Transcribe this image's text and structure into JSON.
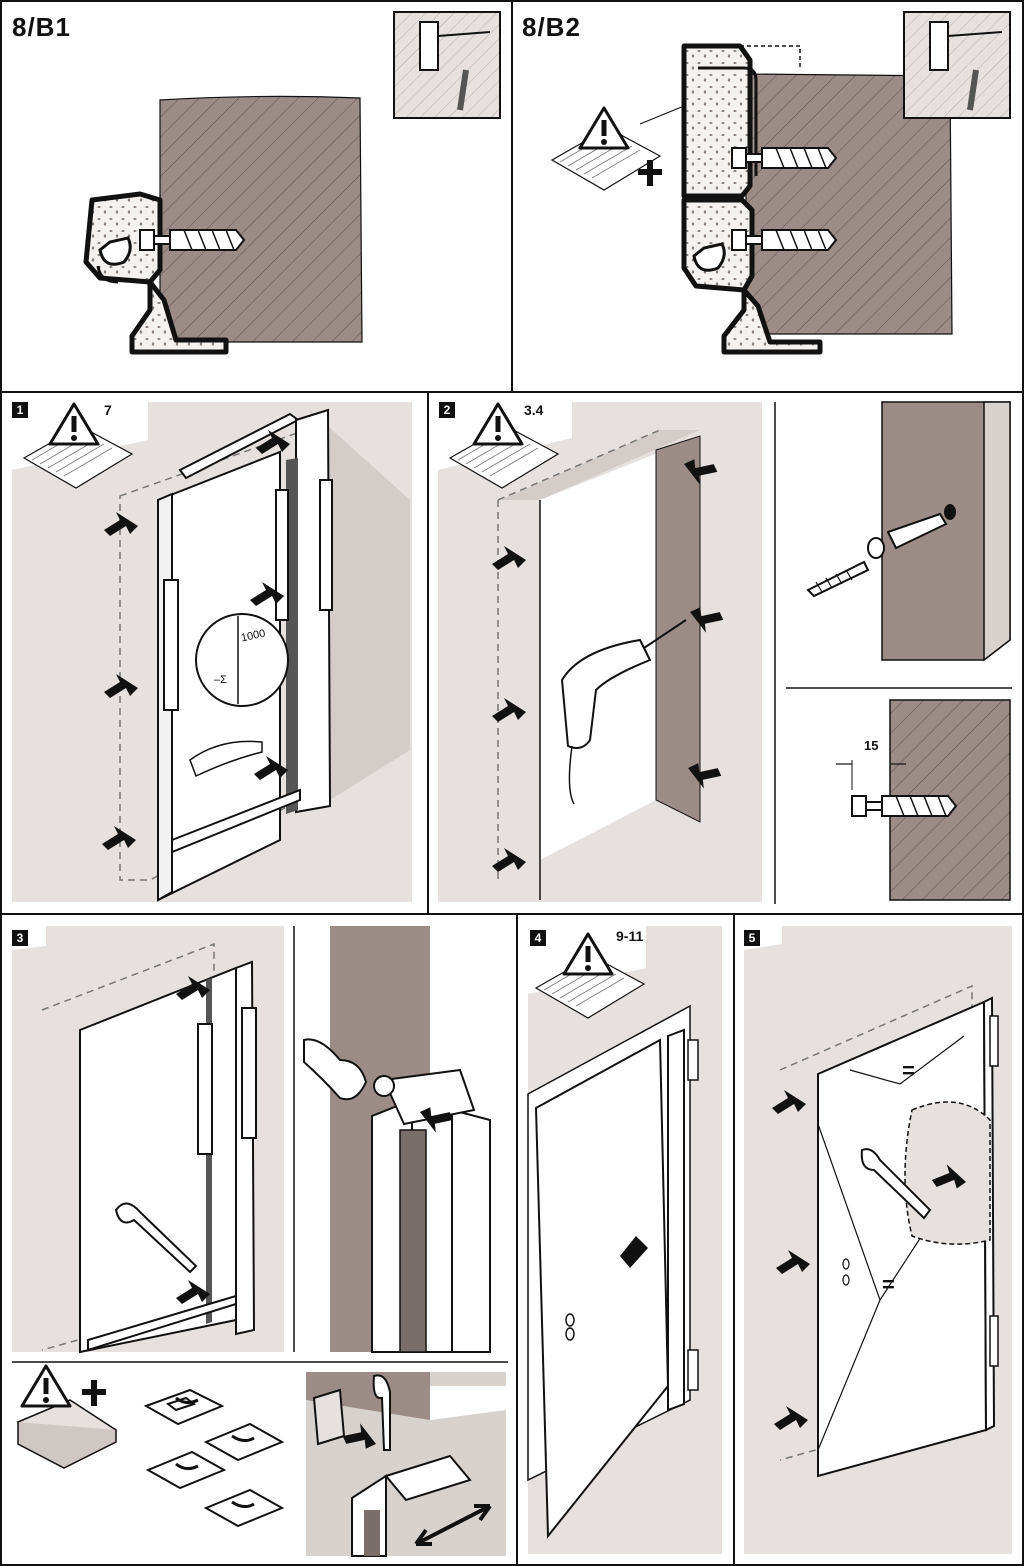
{
  "panels": {
    "b1": {
      "title": "8/B1"
    },
    "b2": {
      "title": "8/B2"
    },
    "s1": {
      "number": "1",
      "reference": "7",
      "gauge_value": "1000",
      "gauge_symbol": "–Σ"
    },
    "s2": {
      "number": "2",
      "reference": "3.4",
      "dimension": "15"
    },
    "s3": {
      "number": "3"
    },
    "s4": {
      "number": "4",
      "reference": "9-11"
    },
    "s5": {
      "number": "5",
      "equal_mark": "="
    }
  },
  "colors": {
    "wall": "#9b8c87",
    "wall_light": "#e6e1df",
    "outline": "#111111",
    "concrete": "#f4f2f0"
  }
}
